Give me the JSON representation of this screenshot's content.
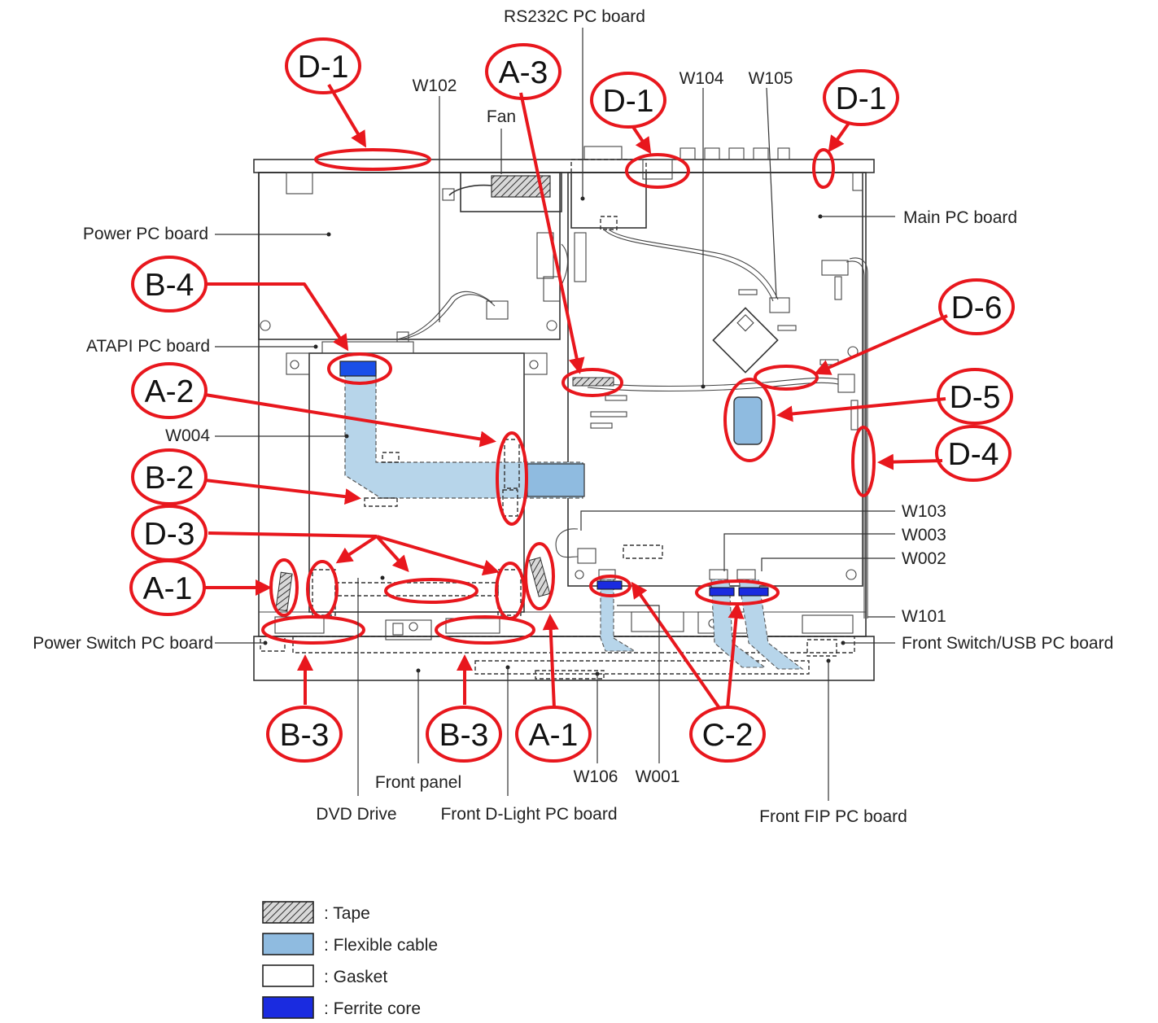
{
  "labels": {
    "rs232c": "RS232C PC board",
    "w102": "W102",
    "fan": "Fan",
    "w104": "W104",
    "w105": "W105",
    "main_pc": "Main PC board",
    "power_pc": "Power PC board",
    "atapi_pc": "ATAPI PC board",
    "w004": "W004",
    "w103": "W103",
    "w003": "W003",
    "w002": "W002",
    "w101": "W101",
    "power_switch_pc": "Power Switch PC board",
    "front_switch_usb": "Front Switch/USB PC board",
    "front_panel": "Front panel",
    "dvd_drive": "DVD Drive",
    "front_dlight": "Front D-Light PC board",
    "w106": "W106",
    "w001": "W001",
    "front_fip": "Front FIP PC board"
  },
  "tags": {
    "d1_left": "D-1",
    "a3": "A-3",
    "d1_mid": "D-1",
    "d1_right": "D-1",
    "b4": "B-4",
    "d6": "D-6",
    "a2": "A-2",
    "d5": "D-5",
    "b2": "B-2",
    "d4": "D-4",
    "d3": "D-3",
    "a1_left": "A-1",
    "b3_left": "B-3",
    "b3_mid": "B-3",
    "a1_bottom": "A-1",
    "c2": "C-2"
  },
  "legend": {
    "tape": ": Tape",
    "flex": ": Flexible cable",
    "gasket": ": Gasket",
    "ferrite": ": Ferrite core"
  },
  "colors": {
    "callout_red": "#e8171d",
    "flexible_cable": "#b7d5ea",
    "ferrite_core": "#1a2be0",
    "tape": "#9a9a9a"
  }
}
